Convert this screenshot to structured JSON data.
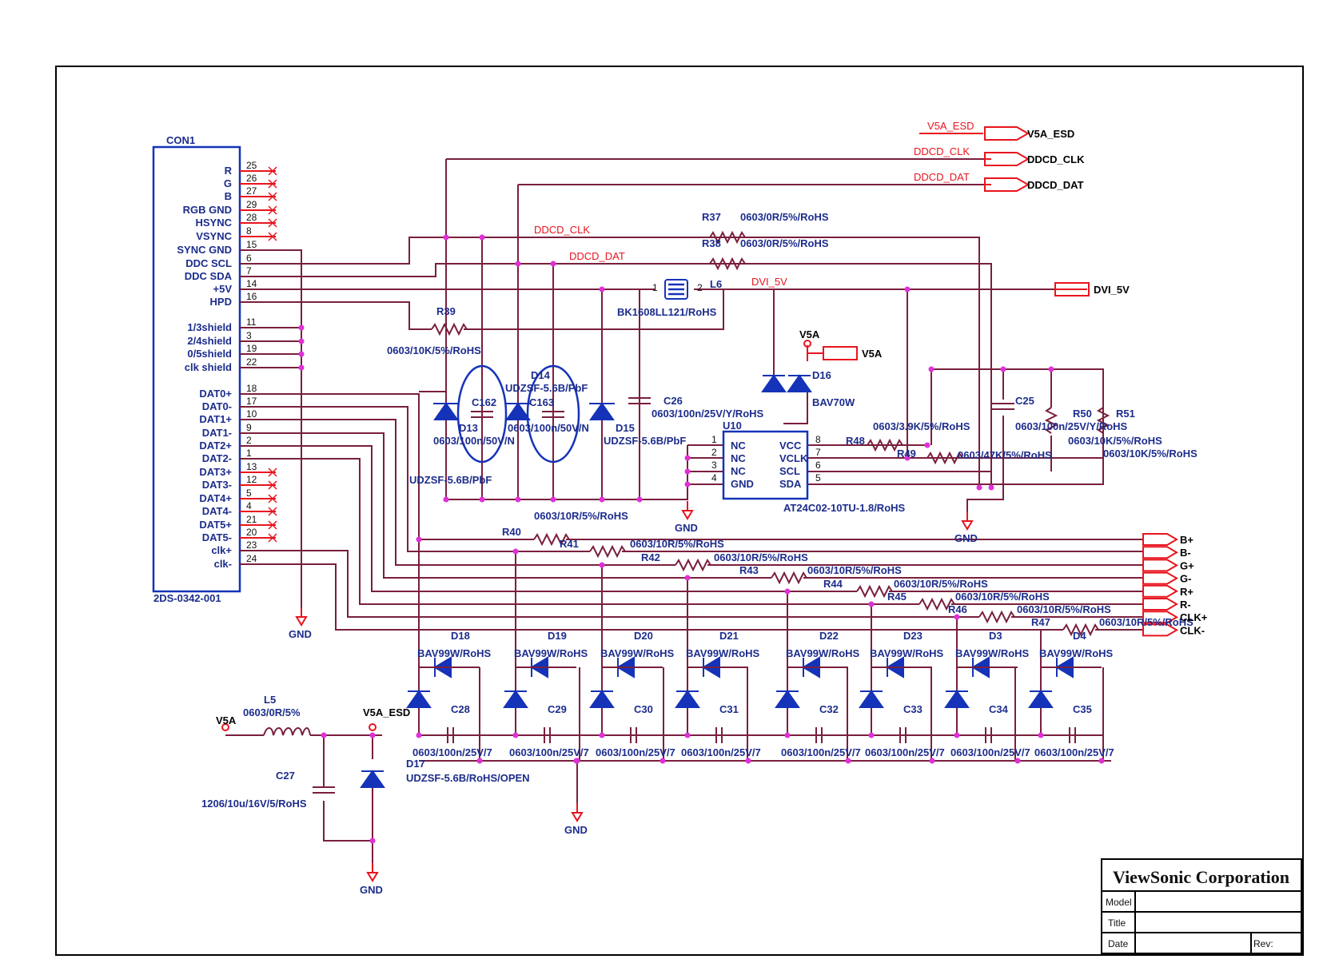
{
  "connector": {
    "ref": "CON1",
    "part": "2DS-0342-001",
    "pins": [
      {
        "name": "R",
        "num": "25",
        "nc": true
      },
      {
        "name": "G",
        "num": "26",
        "nc": true
      },
      {
        "name": "B",
        "num": "27",
        "nc": true
      },
      {
        "name": "RGB GND",
        "num": "29",
        "nc": true
      },
      {
        "name": "HSYNC",
        "num": "28",
        "nc": true
      },
      {
        "name": "VSYNC",
        "num": "8",
        "nc": true
      },
      {
        "name": "SYNC GND",
        "num": "15",
        "nc": false
      },
      {
        "name": "DDC SCL",
        "num": "6",
        "nc": false
      },
      {
        "name": "DDC SDA",
        "num": "7",
        "nc": false
      },
      {
        "name": "+5V",
        "num": "14",
        "nc": false
      },
      {
        "name": "HPD",
        "num": "16",
        "nc": false
      },
      {
        "name": "1/3shield",
        "num": "11",
        "nc": false
      },
      {
        "name": "2/4shield",
        "num": "3",
        "nc": false
      },
      {
        "name": "0/5shield",
        "num": "19",
        "nc": false
      },
      {
        "name": "clk shield",
        "num": "22",
        "nc": false
      },
      {
        "name": "DAT0+",
        "num": "18",
        "nc": false
      },
      {
        "name": "DAT0-",
        "num": "17",
        "nc": false
      },
      {
        "name": "DAT1+",
        "num": "10",
        "nc": false
      },
      {
        "name": "DAT1-",
        "num": "9",
        "nc": false
      },
      {
        "name": "DAT2+",
        "num": "2",
        "nc": false
      },
      {
        "name": "DAT2-",
        "num": "1",
        "nc": false
      },
      {
        "name": "DAT3+",
        "num": "13",
        "nc": true
      },
      {
        "name": "DAT3-",
        "num": "12",
        "nc": true
      },
      {
        "name": "DAT4+",
        "num": "5",
        "nc": true
      },
      {
        "name": "DAT4-",
        "num": "4",
        "nc": true
      },
      {
        "name": "DAT5+",
        "num": "21",
        "nc": true
      },
      {
        "name": "DAT5-",
        "num": "20",
        "nc": true
      },
      {
        "name": "clk+",
        "num": "23",
        "nc": false
      },
      {
        "name": "clk-",
        "num": "24",
        "nc": false
      }
    ]
  },
  "ports": [
    {
      "name": "V5A_ESD",
      "net": "V5A_ESD"
    },
    {
      "name": "DDCD_CLK",
      "net": "DDCD_CLK"
    },
    {
      "name": "DDCD_DAT",
      "net": "DDCD_DAT"
    },
    {
      "name": "DVI_5V"
    },
    {
      "name": "V5A"
    }
  ],
  "net_labels": {
    "ddcd_clk": "DDCD_CLK",
    "ddcd_dat": "DDCD_DAT",
    "dvi_5v": "DVI_5V",
    "v5a": "V5A",
    "v5a_esd": "V5A_ESD",
    "v5a_left": "V5A"
  },
  "out_ports": [
    "B+",
    "B-",
    "G+",
    "G-",
    "R+",
    "R-",
    "CLK+",
    "CLK-"
  ],
  "parts": {
    "r37": {
      "ref": "R37",
      "val": "0603/0R/5%/RoHS"
    },
    "r38": {
      "ref": "R38",
      "val": "0603/0R/5%/RoHS"
    },
    "r39": {
      "ref": "R39",
      "val": "0603/10K/5%/RoHS"
    },
    "l6": {
      "ref": "L6",
      "val": "BK1608LL121/RoHS",
      "p1": "1",
      "p2": "2"
    },
    "d13": {
      "ref": "D13",
      "val": "UDZSF-5.6B/PbF"
    },
    "d14": {
      "ref": "D14",
      "val": "UDZSF-5.6B/PbF"
    },
    "d15": {
      "ref": "D15",
      "val": "UDZSF-5.6B/PbF"
    },
    "c162": {
      "ref": "C162",
      "val": "0603/100n/50V/N"
    },
    "c163": {
      "ref": "C163",
      "val": "0603/100n/50V/N"
    },
    "c26": {
      "ref": "C26",
      "val": "0603/100n/25V/Y/RoHS"
    },
    "d16": {
      "ref": "D16",
      "val": "BAV70W"
    },
    "c25": {
      "ref": "C25",
      "val": "0603/100n/25V/Y/RoHS"
    },
    "r48": {
      "ref": "R48",
      "val": "0603/3.9K/5%/RoHS"
    },
    "r49": {
      "ref": "R49",
      "val": "0603/47K/5%/RoHS"
    },
    "r50": {
      "ref": "R50",
      "val": "0603/10K/5%/RoHS"
    },
    "r51": {
      "ref": "R51",
      "val": "0603/10K/5%/RoHS"
    },
    "u10": {
      "ref": "U10",
      "val": "AT24C02-10TU-1.8/RoHS",
      "left": [
        "NC",
        "NC",
        "NC",
        "GND"
      ],
      "right": [
        "VCC",
        "VCLK",
        "SCL",
        "SDA"
      ],
      "lnum": [
        "1",
        "2",
        "3",
        "4"
      ],
      "rnum": [
        "8",
        "7",
        "6",
        "5"
      ]
    },
    "r40": {
      "ref": "R40",
      "val": "0603/10R/5%/RoHS"
    },
    "r41": {
      "ref": "R41",
      "val": "0603/10R/5%/RoHS"
    },
    "r42": {
      "ref": "R42",
      "val": "0603/10R/5%/RoHS"
    },
    "r43": {
      "ref": "R43",
      "val": "0603/10R/5%/RoHS"
    },
    "r44": {
      "ref": "R44",
      "val": "0603/10R/5%/RoHS"
    },
    "r45": {
      "ref": "R45",
      "val": "0603/10R/5%/RoHS"
    },
    "r46": {
      "ref": "R46",
      "val": "0603/10R/5%/RoHS"
    },
    "r47": {
      "ref": "R47",
      "val": "0603/10R/5%/RoHS"
    },
    "l5": {
      "ref": "L5",
      "val": "0603/0R/5%"
    },
    "c27": {
      "ref": "C27",
      "val": "1206/10u/16V/5/RoHS"
    },
    "d17": {
      "ref": "D17",
      "val": "UDZSF-5.6B/RoHS/OPEN"
    }
  },
  "esd_diodes": [
    {
      "ref": "D18",
      "val": "BAV99W/RoHS",
      "cap": "C28",
      "cval": "0603/100n/25V/7"
    },
    {
      "ref": "D19",
      "val": "BAV99W/RoHS",
      "cap": "C29",
      "cval": "0603/100n/25V/7"
    },
    {
      "ref": "D20",
      "val": "BAV99W/RoHS",
      "cap": "C30",
      "cval": "0603/100n/25V/7"
    },
    {
      "ref": "D21",
      "val": "BAV99W/RoHS",
      "cap": "C31",
      "cval": "0603/100n/25V/7"
    },
    {
      "ref": "D22",
      "val": "BAV99W/RoHS",
      "cap": "C32",
      "cval": "0603/100n/25V/7"
    },
    {
      "ref": "D23",
      "val": "BAV99W/RoHS",
      "cap": "C33",
      "cval": "0603/100n/25V/7"
    },
    {
      "ref": "D3",
      "val": "BAV99W/RoHS",
      "cap": "C34",
      "cval": "0603/100n/25V/7"
    },
    {
      "ref": "D4",
      "val": "BAV99W/RoHS",
      "cap": "C35",
      "cval": "0603/100n/25V/7"
    }
  ],
  "gnd_label": "GND",
  "title_block": {
    "company": "ViewSonic Corporation",
    "model_label": "Model",
    "title_label": "Title",
    "date_label": "Date",
    "rev_label": "Rev:"
  }
}
